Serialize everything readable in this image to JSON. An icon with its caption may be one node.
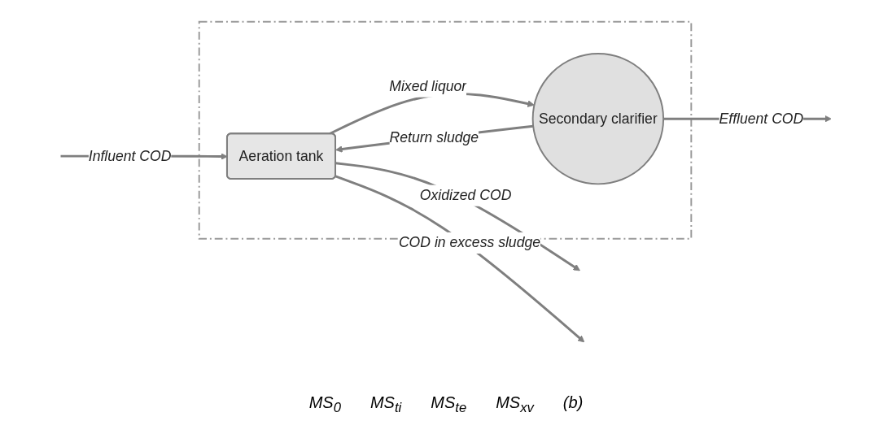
{
  "diagram": {
    "nodes": [
      {
        "text": [],
        "shape": "box"
      },
      {
        "text": [
          "Aeration tank"
        ],
        "in": 0
      },
      {
        "text": [
          "Secondary clarifier"
        ],
        "in": 0
      }
    ],
    "edges": [
      {
        "from": null,
        "to": 1,
        "arrow": "to",
        "label": "Influent COD"
      },
      {
        "from": 1,
        "to": null,
        "arrow": "to",
        "label": "Oxidized COD"
      },
      {
        "from": 1,
        "to": null,
        "arrow": "to",
        "label": "COD in excess sludge"
      },
      {
        "from": 1,
        "to": 2,
        "arrow": "to",
        "label": "Mixed liquor"
      },
      {
        "from": 2,
        "to": 1,
        "arrow": "to",
        "label": "Return sludge"
      },
      {
        "from": 2,
        "to": null,
        "arrow": "to",
        "label": "Effluent COD"
      }
    ],
    "labels": [
      "MS$_{0}$",
      "MS$_{ti}$",
      "MS$_{te}$",
      "MS$_{xv}$",
      "(b)"
    ]
  }
}
